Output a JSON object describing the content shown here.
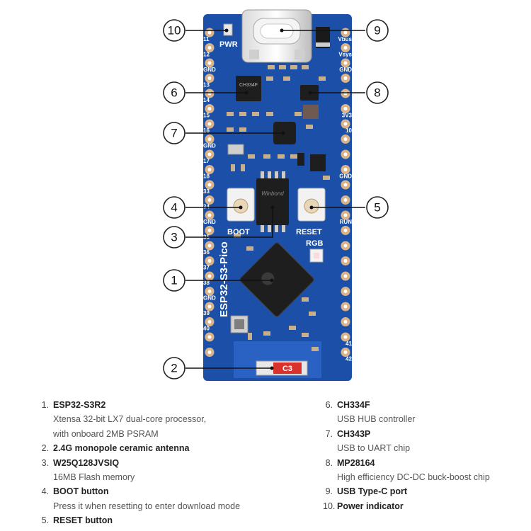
{
  "board": {
    "silk_name": "ESP32-S3-Pico",
    "labels": {
      "pwr": "PWR",
      "boot": "BOOT",
      "reset": "RESET",
      "rgb": "RGB",
      "antenna_chip": "C3",
      "chip_ch334f": "CH334F",
      "flash_brand": "Winbond"
    },
    "pins_left": [
      "11",
      "12",
      "GND",
      "13",
      "14",
      "15",
      "16",
      "GND",
      "17",
      "18",
      "33",
      "34",
      "GND",
      "35",
      "36",
      "37",
      "38",
      "GND",
      "39",
      "40"
    ],
    "pins_right": [
      "Vbus",
      "Vsys",
      "GND",
      "",
      "",
      "3V3",
      "10",
      "",
      "",
      "GND",
      "",
      "",
      "RUN",
      "",
      "",
      "",
      "",
      "",
      "",
      "",
      "41",
      "42"
    ]
  },
  "callouts": [
    {
      "num": "10"
    },
    {
      "num": "9"
    },
    {
      "num": "6"
    },
    {
      "num": "8"
    },
    {
      "num": "7"
    },
    {
      "num": "4"
    },
    {
      "num": "5"
    },
    {
      "num": "3"
    },
    {
      "num": "1"
    },
    {
      "num": "2"
    }
  ],
  "legend": {
    "left": [
      {
        "num": "1.",
        "title": "ESP32-S3R2",
        "desc": [
          "Xtensa 32-bit LX7 dual-core processor,",
          "with onboard 2MB PSRAM"
        ]
      },
      {
        "num": "2.",
        "title": "2.4G monopole ceramic antenna",
        "desc": []
      },
      {
        "num": "3.",
        "title": "W25Q128JVSIQ",
        "desc": [
          "16MB Flash memory"
        ]
      },
      {
        "num": "4.",
        "title": "BOOT button",
        "desc": [
          "Press it when resetting to enter download mode"
        ]
      },
      {
        "num": "5.",
        "title": "RESET button",
        "desc": []
      }
    ],
    "right": [
      {
        "num": "6.",
        "title": "CH334F",
        "desc": [
          "USB HUB controller"
        ]
      },
      {
        "num": "7.",
        "title": "CH343P",
        "desc": [
          "USB to UART chip"
        ]
      },
      {
        "num": "8.",
        "title": "MP28164",
        "desc": [
          "High efficiency DC-DC buck-boost chip"
        ]
      },
      {
        "num": "9.",
        "title": "USB Type-C port",
        "desc": []
      },
      {
        "num": "10.",
        "title": "Power indicator",
        "desc": []
      }
    ]
  },
  "colors": {
    "pcb": "#1c4fa8",
    "pcb_dark": "#163f8a",
    "gold": "#d9b48a",
    "chip": "#1e1e1e",
    "antenna_red": "#d9312b"
  }
}
